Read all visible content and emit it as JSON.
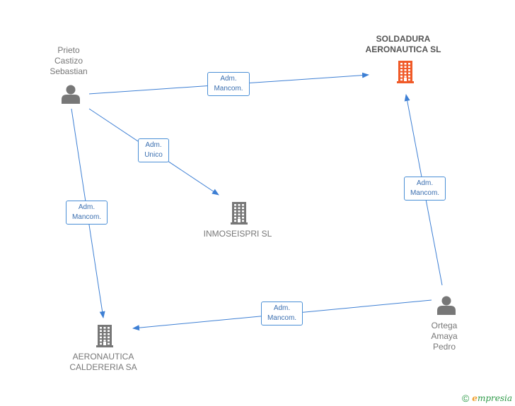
{
  "colors": {
    "edge": "#3d7fd4",
    "person": "#777777",
    "company": "#777777",
    "company_main": "#f05a28"
  },
  "nodes": [
    {
      "id": "prieto",
      "kind": "person",
      "icon": "person-icon",
      "label": "Prieto\nCastizo\nSebastian"
    },
    {
      "id": "soldadura",
      "kind": "company-main",
      "icon": "building-icon",
      "label": "SOLDADURA\nAERONAUTICA SL"
    },
    {
      "id": "inmoseispri",
      "kind": "company",
      "icon": "building-icon",
      "label": "INMOSEISPRI SL"
    },
    {
      "id": "aeronautica",
      "kind": "company",
      "icon": "building-icon",
      "label": "AERONAUTICA\nCALDERERIA SA"
    },
    {
      "id": "ortega",
      "kind": "person",
      "icon": "person-icon",
      "label": "Ortega\nAmaya\nPedro"
    }
  ],
  "edges": [
    {
      "from": "prieto",
      "to": "soldadura",
      "label": "Adm.\nMancom."
    },
    {
      "from": "prieto",
      "to": "inmoseispri",
      "label": "Adm.\nUnico"
    },
    {
      "from": "prieto",
      "to": "aeronautica",
      "label": "Adm.\nMancom."
    },
    {
      "from": "ortega",
      "to": "soldadura",
      "label": "Adm.\nMancom."
    },
    {
      "from": "ortega",
      "to": "aeronautica",
      "label": "Adm.\nMancom."
    }
  ],
  "footer": {
    "copyright": "©",
    "brand_initial": "e",
    "brand_rest": "mpresia"
  }
}
